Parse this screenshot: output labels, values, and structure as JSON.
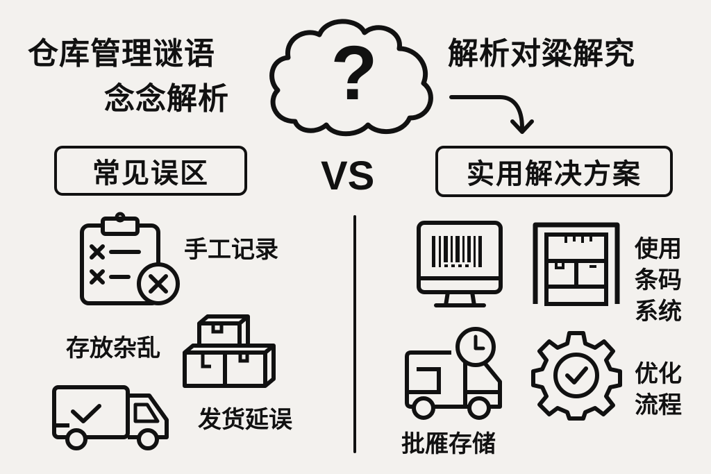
{
  "header": {
    "left_title_line1": "仓库管理谜语",
    "left_title_line2": "念念解析",
    "right_title": "解析对粱解究",
    "center_icon": "cloud-question-icon",
    "arrow_icon": "curved-arrow-down-icon"
  },
  "left_panel": {
    "heading": "常见误区",
    "items": [
      {
        "label": "手工记录",
        "icon": "clipboard-x-icon"
      },
      {
        "label": "存放杂乱",
        "icon": "stacked-boxes-icon"
      },
      {
        "label": "发货延误",
        "icon": "delivery-truck-check-icon"
      }
    ]
  },
  "divider": {
    "label": "VS"
  },
  "right_panel": {
    "heading": "实用解决方案",
    "items": [
      {
        "label": "使用条码系统",
        "lines": [
          "使用",
          "条码",
          "系统"
        ],
        "icons": [
          "barcode-monitor-icon",
          "shelf-icon"
        ]
      },
      {
        "label": "批雁存储",
        "icon": "truck-clock-icon"
      },
      {
        "label": "优化流程",
        "lines": [
          "优化",
          "流程"
        ],
        "icon": "gear-check-icon"
      }
    ]
  },
  "colors": {
    "background": "#f3f1ee",
    "ink": "#111111"
  }
}
